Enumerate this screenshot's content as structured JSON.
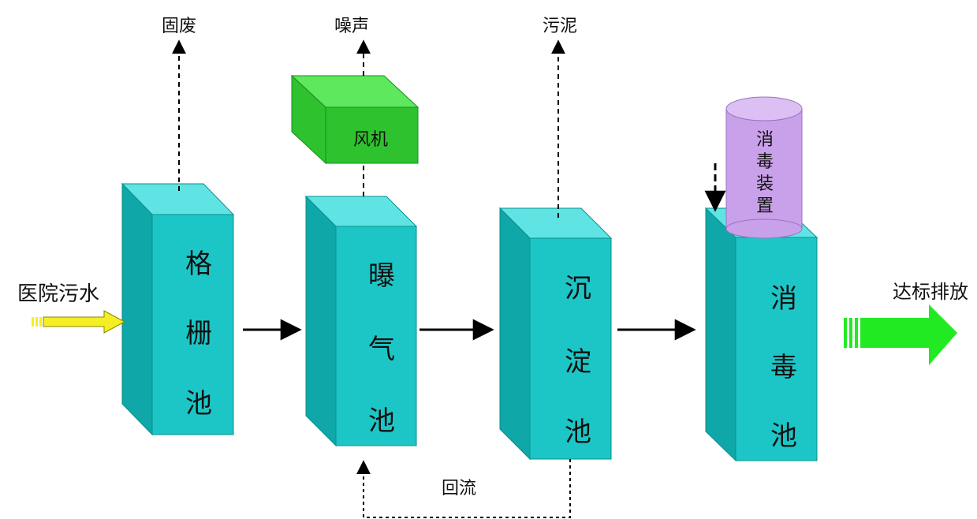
{
  "colors": {
    "tank_front": "#1dc6c6",
    "tank_side": "#0fa7a7",
    "tank_top": "#5fe3e3",
    "blower_front": "#2ec22e",
    "blower_top": "#5ee85e",
    "disinfect_device": "#c9a0ea",
    "inflow_arrow": "#f4ef24",
    "outflow_arrow": "#22ea22",
    "line": "#000000"
  },
  "inflow": {
    "label": "医院污水",
    "icon": "yellow-striped-arrow"
  },
  "outflow": {
    "label": "达标排放",
    "icon": "green-striped-arrow"
  },
  "tanks": [
    {
      "id": "grid",
      "label": [
        "格",
        "栅",
        "池"
      ]
    },
    {
      "id": "aeration",
      "label": [
        "曝",
        "气",
        "池"
      ]
    },
    {
      "id": "settling",
      "label": [
        "沉",
        "淀",
        "池"
      ]
    },
    {
      "id": "disinfection",
      "label": [
        "消",
        "毒",
        "池"
      ]
    }
  ],
  "outputs": {
    "solid_waste": "固废",
    "noise": "噪声",
    "sludge": "污泥"
  },
  "blower": {
    "label": "风机"
  },
  "disinfect_device": {
    "label": [
      "消",
      "毒",
      "装",
      "置"
    ]
  },
  "return_flow": {
    "label": "回流"
  }
}
